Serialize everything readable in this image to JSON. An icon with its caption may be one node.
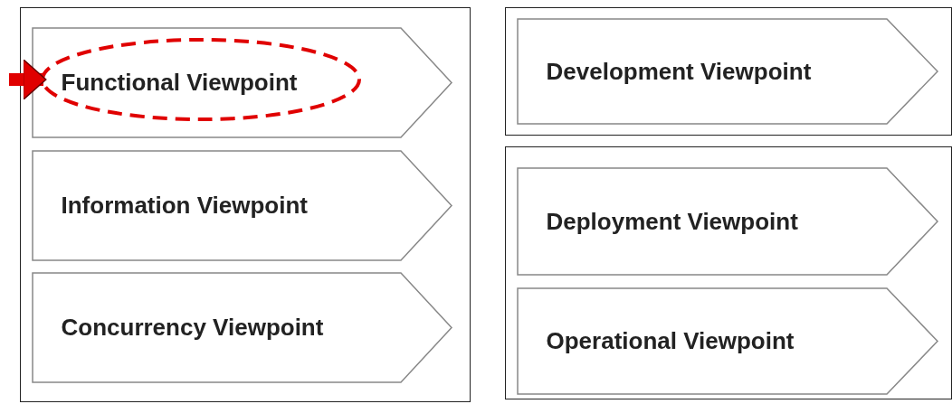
{
  "diagram": {
    "nodes": [
      {
        "text": [],
        "shape": "box"
      },
      {
        "text": [
          "Functional Viewpoint"
        ],
        "in": 0
      },
      {
        "text": [
          "Information Viewpoint"
        ],
        "in": 0
      },
      {
        "text": [
          "Concurrency Viewpoint"
        ],
        "in": 0
      },
      {
        "text": [],
        "shape": "box"
      },
      {
        "text": [
          "Development Viewpoint"
        ],
        "in": 4
      },
      {
        "text": [],
        "shape": "box"
      },
      {
        "text": [
          "Deployment Viewpoint"
        ],
        "in": 6
      },
      {
        "text": [
          "Operational Viewpoint"
        ],
        "in": 6
      }
    ],
    "edges": [
      {
        "from": null,
        "to": 1,
        "arrow": "to"
      }
    ]
  }
}
